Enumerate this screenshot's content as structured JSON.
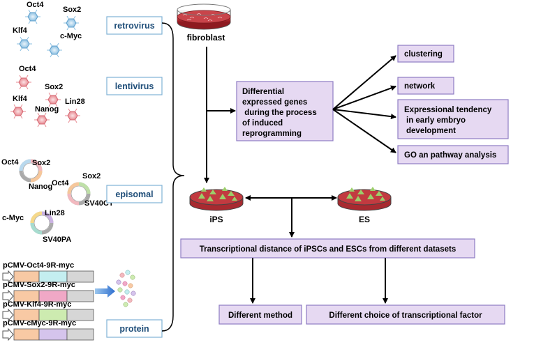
{
  "methods": [
    "retrovirus",
    "lentivirus",
    "episomal",
    "protein"
  ],
  "retrovirus_factors": [
    "Oct4",
    "Sox2",
    "Klf4",
    "c-Myc"
  ],
  "lentivirus_factors": [
    "Oct4",
    "Sox2",
    "Klf4",
    "Nanog",
    "Lin28"
  ],
  "episomal_plasmids": {
    "p1": [
      "Oct4",
      "Sox2",
      "Nanog"
    ],
    "p2": [
      "Oct4",
      "Sox2",
      "SV40CT"
    ],
    "p3": [
      "c-Myc",
      "Lin28",
      "SV40PA"
    ]
  },
  "protein_constructs": [
    "pCMV-Oct4-9R-myc",
    "pCMV-Sox2-9R-myc",
    "pCMV-Klf4-9R-myc",
    "pCMV-cMyc-9R-myc"
  ],
  "fibroblast": "fibroblast",
  "differential_box": [
    "Differential",
    "expressed genes",
    " during the process",
    "of induced",
    "reprogramming"
  ],
  "analyses": [
    [
      "clustering"
    ],
    [
      "network"
    ],
    [
      "Expressional tendency",
      "in early embryo",
      "development"
    ],
    [
      "GO an pathway analysis"
    ]
  ],
  "ips": "iPS",
  "es": "ES",
  "transcriptional_distance": "Transcriptional distance of iPSCs and ESCs from different datasets",
  "outcomes": [
    "Different method",
    "Different choice of transcriptional factor"
  ],
  "colors": {
    "method_border": "#7fb2d6",
    "method_text": "#1f4e79",
    "purple_fill": "#e6d9f2",
    "purple_border": "#8e7cc3",
    "blue_molecule": "#7eb6dc",
    "red_molecule": "#e88a92",
    "dish_red": "#b8262e",
    "cell_green": "#9ccf6a"
  }
}
